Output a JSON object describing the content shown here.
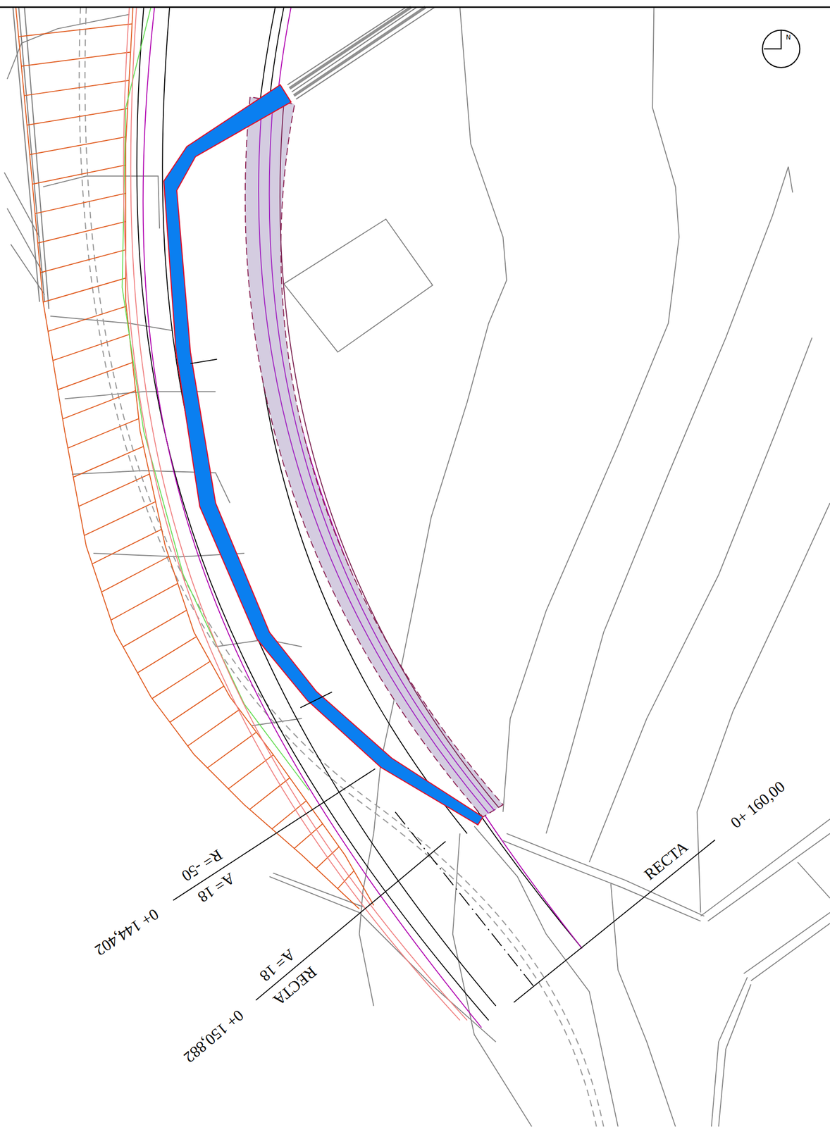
{
  "diagram": {
    "labels": [
      "N",
      "A= 18",
      "R= -50",
      "0+ 144,402",
      "A= 18",
      "RECTA",
      "0+ 150,882",
      "RECTA",
      "0+ 160,00"
    ]
  }
}
